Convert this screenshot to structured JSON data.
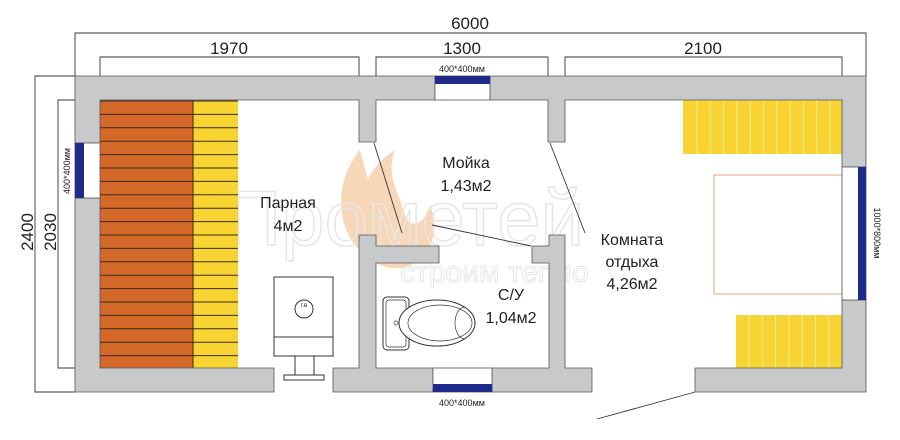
{
  "dimensions": {
    "total_width": "6000",
    "steam_room_width": "1970",
    "wash_room_width": "1300",
    "rest_room_width": "2100",
    "total_height": "2400",
    "inner_height": "2030"
  },
  "windows": {
    "left": "400*400мм",
    "top": "400*400мм",
    "bottom": "400*400мм",
    "right": "1000*800мм"
  },
  "rooms": {
    "steam": {
      "name": "Парная",
      "area": "4м2"
    },
    "wash": {
      "name": "Мойка",
      "area": "1,43м2"
    },
    "wc": {
      "name": "С/У",
      "area": "1,04м2"
    },
    "rest": {
      "name_line1": "Комната",
      "name_line2": "отдыха",
      "area": "4,26м2"
    }
  },
  "stove_label": "г.в",
  "watermark": {
    "brand": "Прометей",
    "tagline": "строим тепло"
  },
  "colors": {
    "wall": "#c8c9cb",
    "window": "#1f2a8a",
    "bench_dark": "#d4692a",
    "bench_light": "#f7d432",
    "bed_outline": "#e0a68a",
    "flame": "#f6c9a0"
  }
}
